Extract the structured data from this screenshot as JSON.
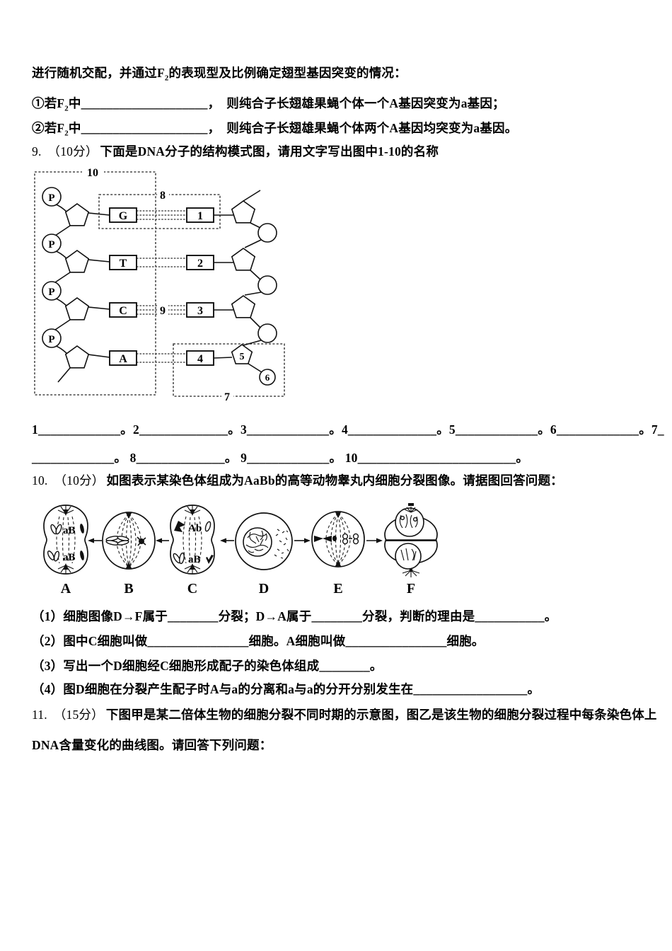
{
  "page": {
    "intro": {
      "pre": "进行随机交配，并通过F",
      "sub": "2",
      "post": "的表现型及比例确定翅型基因突变的情况："
    },
    "item1": {
      "pre": "①若F",
      "sub": "2",
      "post": "中____________________，　则纯合子长翅雄果蝇个体一个A基因突变为a基因；"
    },
    "item2": {
      "pre": "②若F",
      "sub": "2",
      "post": "中____________________，　则纯合子长翅雄果蝇个体两个A基因均突变为a基因。"
    },
    "q9": {
      "num": "9.",
      "score": "（10分）",
      "text": "下面是DNA分子的结构模式图，请用文字写出图中1-10的名称"
    },
    "q9_blanks": {
      "line1": "1_____________。2______________。3_____________。4______________。5_____________。6_____________。7_",
      "line2": "_____________。 8______________。 9_____________。 10_________________________。"
    },
    "q10": {
      "num": "10.",
      "score": "（10分）",
      "text": "如图表示某染色体组成为AaBb的高等动物睾丸内细胞分裂图像。请据图回答问题："
    },
    "q10_subs": {
      "s1": "（1）细胞图像D→F属于________分裂；D→A属于________分裂，判断的理由是___________。",
      "s2": "（2）图中C细胞叫做________________细胞。A细胞叫做________________细胞。",
      "s3": "（3）写出一个D细胞经C细胞形成配子的染色体组成________。",
      "s4": "（4）图D细胞在分裂产生配子时A与a的分离和a与a的分开分别发生在__________________。"
    },
    "q11": {
      "num": "11.",
      "score": "（15分）",
      "line1": "下图甲是某二倍体生物的细胞分裂不同时期的示意图，图乙是该生物的细胞分裂过程中每条染色体上",
      "line2": "DNA含量变化的曲线图。请回答下列问题："
    }
  },
  "dna_figure": {
    "phosphate": "P",
    "bases_left": [
      "G",
      "T",
      "C",
      "A"
    ],
    "slots_right": [
      "1",
      "2",
      "3",
      "4"
    ],
    "label_5": "5",
    "label_6": "6",
    "label_7": "7",
    "label_8": "8",
    "label_9": "9",
    "label_10": "10"
  },
  "cell_figure": {
    "labels": [
      "A",
      "B",
      "C",
      "D",
      "E",
      "F"
    ],
    "a_upper": "aB",
    "a_lower": "aB",
    "c_upper": "Ab",
    "c_lower": "aB"
  }
}
